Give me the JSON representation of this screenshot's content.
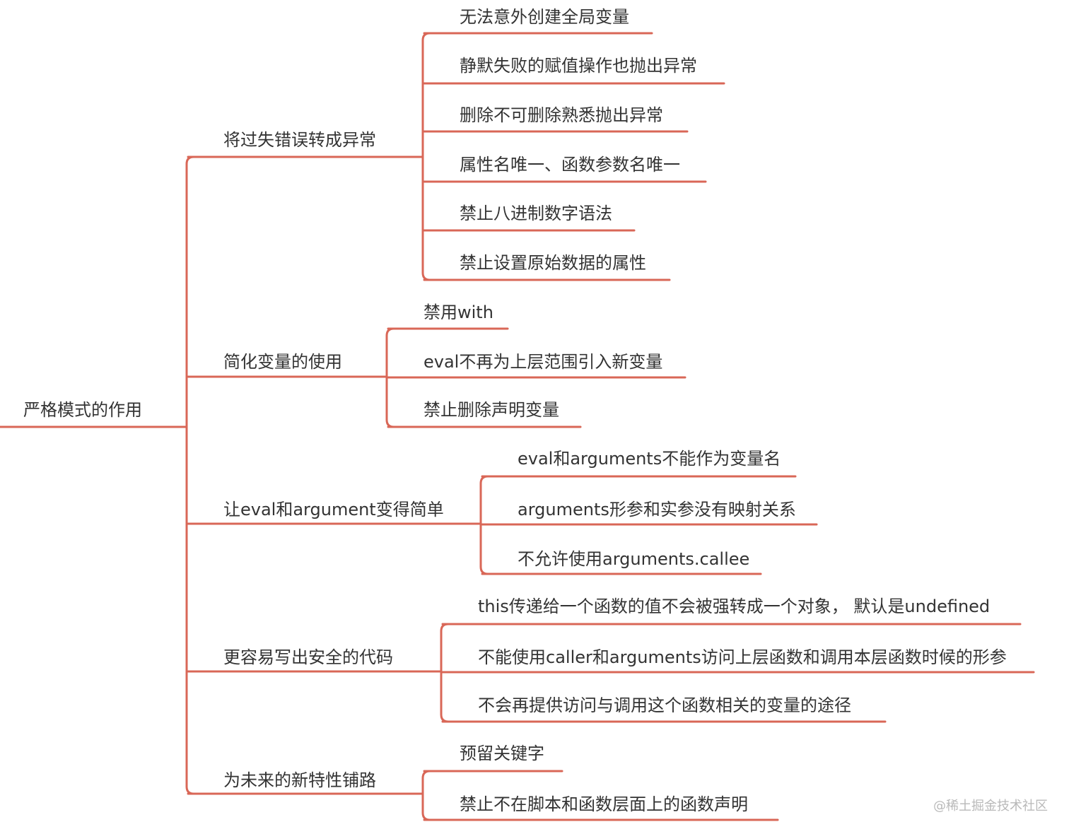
{
  "mindmap": {
    "root": "严格模式的作用",
    "branches": [
      {
        "label": "将过失错误转成异常",
        "children": [
          "无法意外创建全局变量",
          "静默失败的赋值操作也抛出异常",
          "删除不可删除熟悉抛出异常",
          "属性名唯一、函数参数名唯一",
          "禁止八进制数字语法",
          "禁止设置原始数据的属性"
        ]
      },
      {
        "label": "简化变量的使用",
        "children": [
          "禁用with",
          "eval不再为上层范围引入新变量",
          "禁止删除声明变量"
        ]
      },
      {
        "label": "让eval和argument变得简单",
        "children": [
          "eval和arguments不能作为变量名",
          "arguments形参和实参没有映射关系",
          "不允许使用arguments.callee"
        ]
      },
      {
        "label": "更容易写出安全的代码",
        "children": [
          "this传递给一个函数的值不会被强转成一个对象， 默认是undefined",
          "不能使用caller和arguments访问上层函数和调用本层函数时候的形参",
          "不会再提供访问与调用这个函数相关的变量的途径"
        ]
      },
      {
        "label": "为未来的新特性铺路",
        "children": [
          "预留关键字",
          "禁止不在脚本和函数层面上的函数声明"
        ]
      }
    ]
  },
  "watermark": "@稀土掘金技术社区",
  "colors": {
    "line": "#d96757",
    "text": "#333333",
    "watermark": "#b9b9b9"
  }
}
